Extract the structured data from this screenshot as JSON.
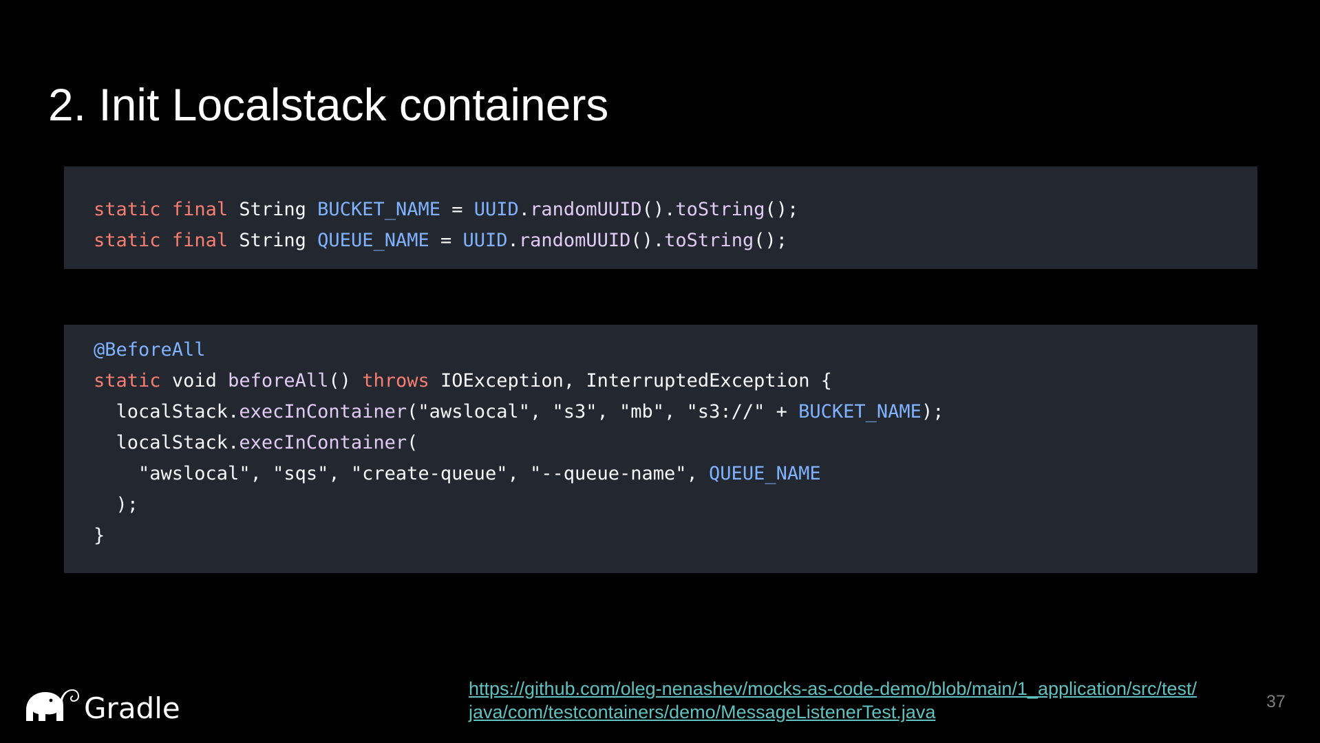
{
  "slide": {
    "title": "2. Init Localstack containers",
    "page_number": "37",
    "link": {
      "line1": "https://github.com/oleg-nenashev/mocks-as-code-demo/blob/main/1_application/src/test/",
      "line2": "java/com/testcontainers/demo/MessageListenerTest.java"
    },
    "logo": {
      "text": "Gradle",
      "icon": "elephant-icon"
    }
  },
  "colors": {
    "keyword": "#f97e72",
    "type": "#f6f7f9",
    "constant": "#7fb3ff",
    "annotation": "#7fb3ff",
    "method": "#e1cbf5",
    "string": "#f6f7f9",
    "plain": "#f6f7f9",
    "block_bg": "#23272f",
    "link": "#5fc2c1"
  },
  "code_blocks": [
    {
      "lines": [
        [
          {
            "t": "static",
            "c": "keyword"
          },
          {
            "t": " ",
            "c": "plain"
          },
          {
            "t": "final",
            "c": "keyword"
          },
          {
            "t": " ",
            "c": "plain"
          },
          {
            "t": "String",
            "c": "type"
          },
          {
            "t": " ",
            "c": "plain"
          },
          {
            "t": "BUCKET_NAME",
            "c": "constant"
          },
          {
            "t": " = ",
            "c": "plain"
          },
          {
            "t": "UUID",
            "c": "constant"
          },
          {
            "t": ".",
            "c": "plain"
          },
          {
            "t": "randomUUID",
            "c": "method"
          },
          {
            "t": "().",
            "c": "plain"
          },
          {
            "t": "toString",
            "c": "method"
          },
          {
            "t": "();",
            "c": "plain"
          }
        ],
        [
          {
            "t": "static",
            "c": "keyword"
          },
          {
            "t": " ",
            "c": "plain"
          },
          {
            "t": "final",
            "c": "keyword"
          },
          {
            "t": " ",
            "c": "plain"
          },
          {
            "t": "String",
            "c": "type"
          },
          {
            "t": " ",
            "c": "plain"
          },
          {
            "t": "QUEUE_NAME",
            "c": "constant"
          },
          {
            "t": " = ",
            "c": "plain"
          },
          {
            "t": "UUID",
            "c": "constant"
          },
          {
            "t": ".",
            "c": "plain"
          },
          {
            "t": "randomUUID",
            "c": "method"
          },
          {
            "t": "().",
            "c": "plain"
          },
          {
            "t": "toString",
            "c": "method"
          },
          {
            "t": "();",
            "c": "plain"
          }
        ]
      ]
    },
    {
      "lines": [
        [
          {
            "t": "@BeforeAll",
            "c": "annotation"
          }
        ],
        [
          {
            "t": "static",
            "c": "keyword"
          },
          {
            "t": " ",
            "c": "plain"
          },
          {
            "t": "void",
            "c": "type"
          },
          {
            "t": " ",
            "c": "plain"
          },
          {
            "t": "beforeAll",
            "c": "method"
          },
          {
            "t": "() ",
            "c": "plain"
          },
          {
            "t": "throws",
            "c": "keyword"
          },
          {
            "t": " ",
            "c": "plain"
          },
          {
            "t": "IOException, InterruptedException {",
            "c": "plain"
          }
        ],
        [
          {
            "t": "  localStack.",
            "c": "plain"
          },
          {
            "t": "execInContainer",
            "c": "method"
          },
          {
            "t": "(\"awslocal\", \"s3\", \"mb\", \"s3://\" + ",
            "c": "string"
          },
          {
            "t": "BUCKET_NAME",
            "c": "constant"
          },
          {
            "t": ");",
            "c": "plain"
          }
        ],
        [
          {
            "t": "  localStack.",
            "c": "plain"
          },
          {
            "t": "execInContainer",
            "c": "method"
          },
          {
            "t": "(",
            "c": "plain"
          }
        ],
        [
          {
            "t": "    \"awslocal\", \"sqs\", \"create-queue\", \"--queue-name\", ",
            "c": "string"
          },
          {
            "t": "QUEUE_NAME",
            "c": "constant"
          }
        ],
        [
          {
            "t": "  );",
            "c": "plain"
          }
        ],
        [
          {
            "t": "}",
            "c": "plain"
          }
        ]
      ]
    }
  ]
}
